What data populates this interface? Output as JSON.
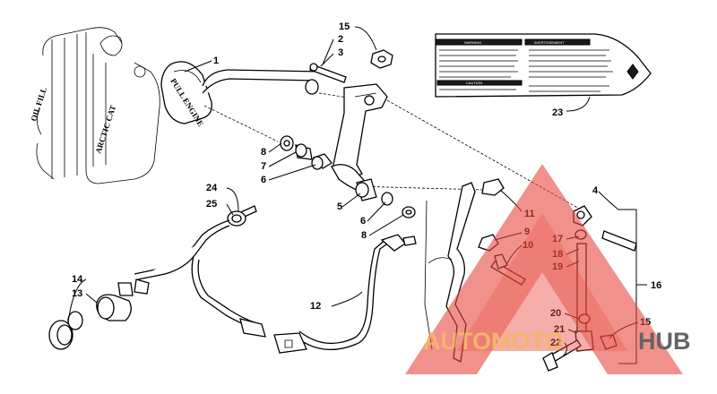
{
  "diagram": {
    "callouts": [
      {
        "id": "c1",
        "text": "1"
      },
      {
        "id": "c2",
        "text": "2"
      },
      {
        "id": "c3",
        "text": "3"
      },
      {
        "id": "c4",
        "text": "4"
      },
      {
        "id": "c5",
        "text": "5"
      },
      {
        "id": "c6a",
        "text": "6"
      },
      {
        "id": "c6b",
        "text": "6"
      },
      {
        "id": "c7",
        "text": "7"
      },
      {
        "id": "c8a",
        "text": "8"
      },
      {
        "id": "c8b",
        "text": "8"
      },
      {
        "id": "c9",
        "text": "9"
      },
      {
        "id": "c10",
        "text": "10"
      },
      {
        "id": "c11",
        "text": "11"
      },
      {
        "id": "c12",
        "text": "12"
      },
      {
        "id": "c13",
        "text": "13"
      },
      {
        "id": "c14",
        "text": "14"
      },
      {
        "id": "c15a",
        "text": "15"
      },
      {
        "id": "c15b",
        "text": "15"
      },
      {
        "id": "c16",
        "text": "16"
      },
      {
        "id": "c17",
        "text": "17"
      },
      {
        "id": "c18",
        "text": "18"
      },
      {
        "id": "c19",
        "text": "19"
      },
      {
        "id": "c20",
        "text": "20"
      },
      {
        "id": "c21",
        "text": "21"
      },
      {
        "id": "c22",
        "text": "22"
      },
      {
        "id": "c23",
        "text": "23"
      },
      {
        "id": "c24",
        "text": "24"
      },
      {
        "id": "c25",
        "text": "25"
      }
    ],
    "engine_labels": {
      "oil_fill": "OIL FILL",
      "brand": "ARCTIC CAT",
      "knob": "PULL ENGINE"
    },
    "decal": {
      "heading_left": "WARNING",
      "heading_right": "AVERTISSEMENT",
      "heading_bottom": "CAUTION"
    }
  },
  "watermark": {
    "text_left": "AUTOMOTO",
    "text_right": "HUB",
    "color_red": "#e8473d",
    "color_orange": "#f2a24a",
    "color_gray": "#3e3e3e"
  }
}
